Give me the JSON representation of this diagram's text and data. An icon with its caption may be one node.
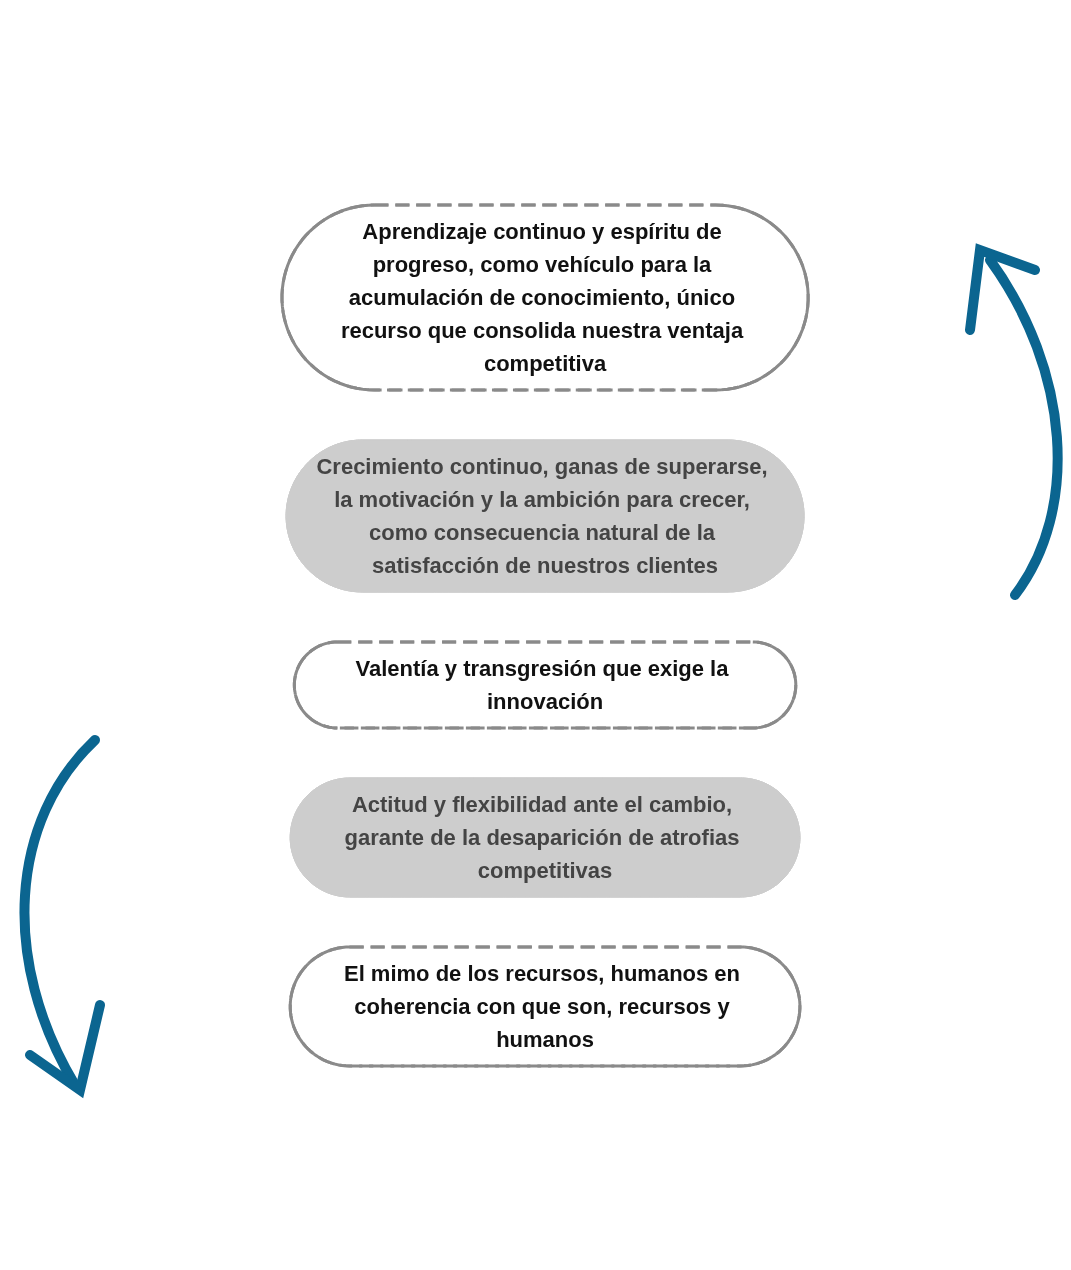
{
  "diagram": {
    "nodes": [
      {
        "text": [
          "Aprendizaje continuo y espíritu de progreso, como vehículo para la acumulación de conocimiento, único recurso que consolida nuestra ventaja competitiva"
        ]
      },
      {
        "text": [
          "Crecimiento continuo, ganas de superarse, la motivación y la ambición para crecer, como consecuencia natural de la satisfacción de nuestros clientes"
        ]
      },
      {
        "text": [
          "Valentía y transgresión que exige la innovación"
        ]
      },
      {
        "text": [
          "Actitud y flexibilidad ante el cambio, garante de la desaparición de atrofias competitivas"
        ]
      },
      {
        "text": [
          "El mimo de los recursos, humanos en coherencia con que son, recursos y humanos"
        ]
      }
    ]
  }
}
